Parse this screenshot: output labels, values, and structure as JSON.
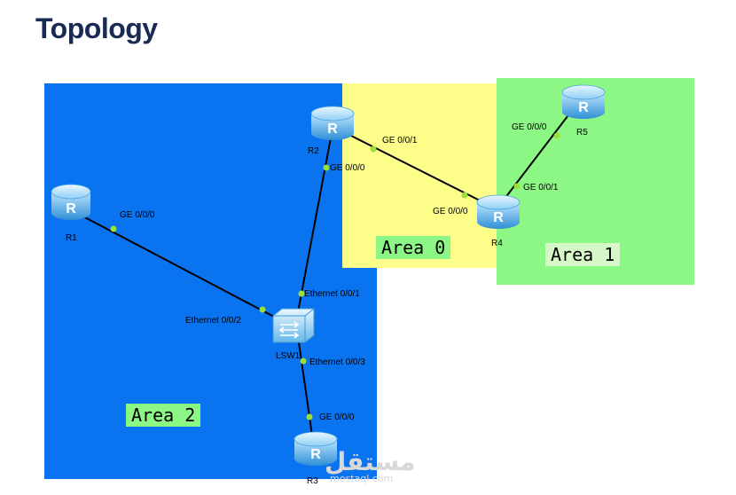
{
  "title": "Topology",
  "colors": {
    "area2": "#0a73f0",
    "area0": "#fdfd8a",
    "area1": "#8cf784",
    "area_label_bg_area0": "#8cf784",
    "area_label_bg_area1": "#d6f7c8",
    "area_label_bg_area2": "#8cf784",
    "link": "#000000",
    "port_dot": "#9be03a",
    "router_body": "#5fb6ee"
  },
  "areas": {
    "area0": "Area 0",
    "area1": "Area 1",
    "area2": "Area 2"
  },
  "devices": {
    "r1": {
      "name": "R1",
      "icon_letter": "R"
    },
    "r2": {
      "name": "R2",
      "icon_letter": "R"
    },
    "r3": {
      "name": "R3",
      "icon_letter": "R"
    },
    "r4": {
      "name": "R4",
      "icon_letter": "R"
    },
    "r5": {
      "name": "R5",
      "icon_letter": "R"
    },
    "lsw1": {
      "name": "LSW1"
    }
  },
  "ports": {
    "r1_ge000": "GE 0/0/0",
    "r2_ge000": "GE 0/0/0",
    "r2_ge001": "GE 0/0/1",
    "r4_ge000": "GE 0/0/0",
    "r4_ge001": "GE 0/0/1",
    "r5_ge000": "GE 0/0/0",
    "r3_ge000": "GE 0/0/0",
    "lsw1_eth001": "Ethernet 0/0/1",
    "lsw1_eth002": "Ethernet 0/0/2",
    "lsw1_eth003": "Ethernet 0/0/3"
  },
  "watermark": {
    "arabic": "مستقل",
    "latin": "mostaql.com"
  }
}
